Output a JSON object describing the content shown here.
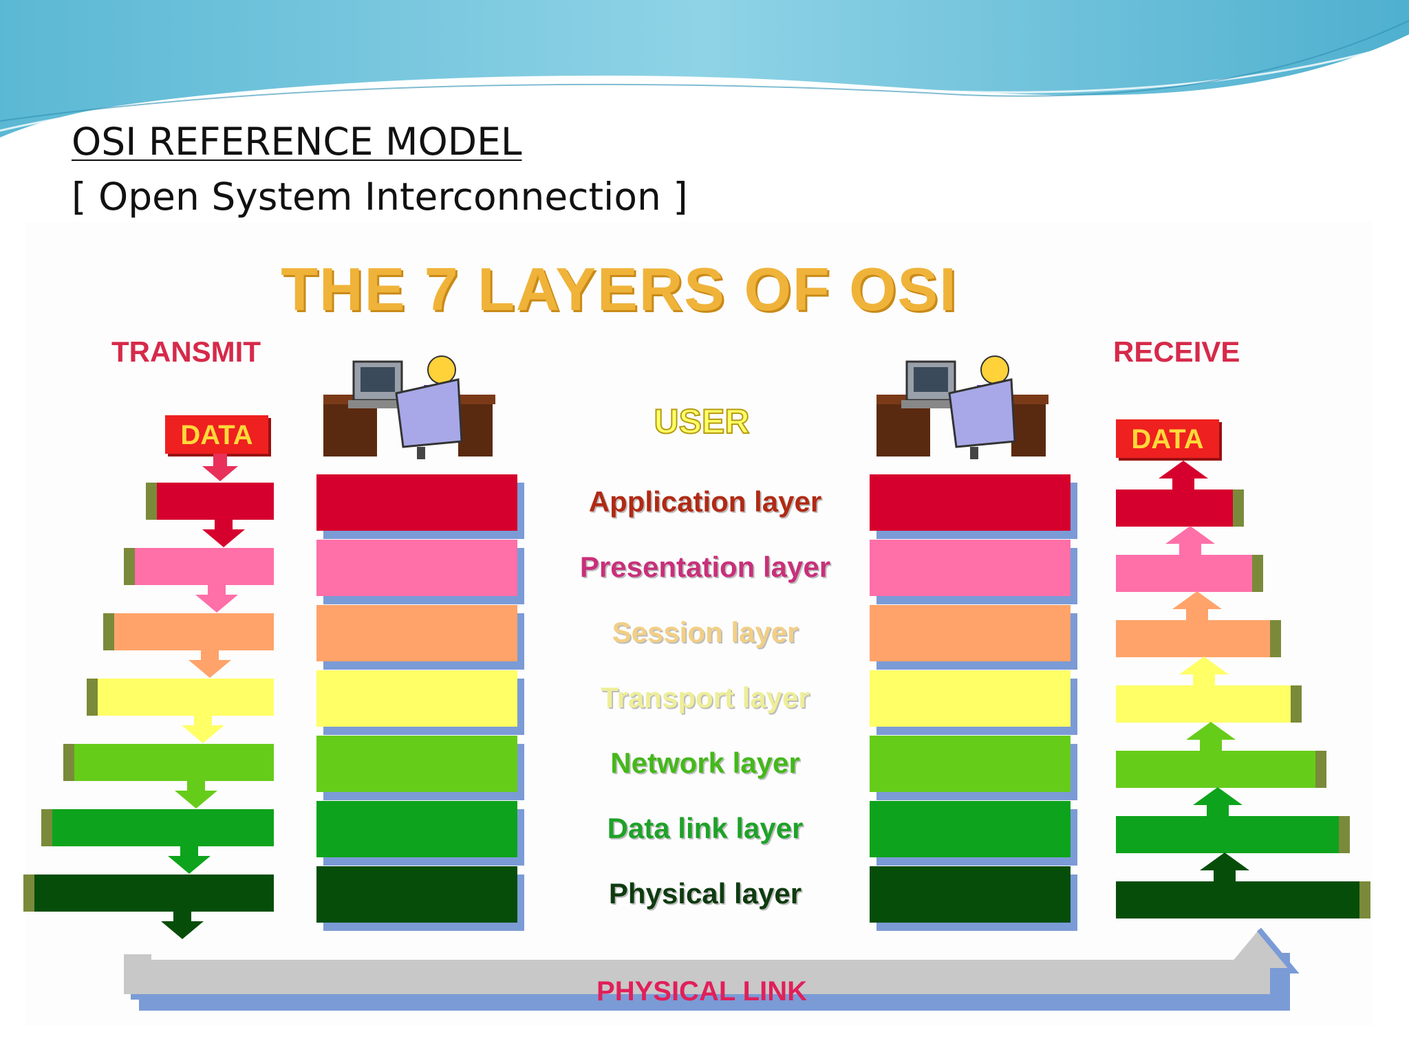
{
  "slide": {
    "title": "OSI REFERENCE MODEL",
    "subtitle": "[ Open System Interconnection ]"
  },
  "diagram": {
    "heading": "THE 7 LAYERS OF OSI",
    "transmit_label": "TRANSMIT",
    "receive_label": "RECEIVE",
    "data_label_left": "DATA",
    "data_label_right": "DATA",
    "user_label": "USER",
    "physical_link_label": "PHYSICAL LINK",
    "layers": [
      {
        "name": "Application layer",
        "color": "#d6002e",
        "text_color": "#b02a14"
      },
      {
        "name": "Presentation layer",
        "color": "#ff6fa8",
        "text_color": "#c8307a"
      },
      {
        "name": "Session layer",
        "color": "#ffa36a",
        "text_color": "#f2cf86"
      },
      {
        "name": "Transport layer",
        "color": "#ffff66",
        "text_color": "#eeee99"
      },
      {
        "name": "Network layer",
        "color": "#66cc1a",
        "text_color": "#44b81a"
      },
      {
        "name": "Data link layer",
        "color": "#0ea31c",
        "text_color": "#1ea228"
      },
      {
        "name": "Physical layer",
        "color": "#064d0a",
        "text_color": "#0f3b10"
      }
    ]
  },
  "colors": {
    "header_wave": "#6cc3d9",
    "stack_shadow": "#7b9bd6",
    "transmit_text": "#d62a4a",
    "receive_text": "#d62a4a"
  }
}
